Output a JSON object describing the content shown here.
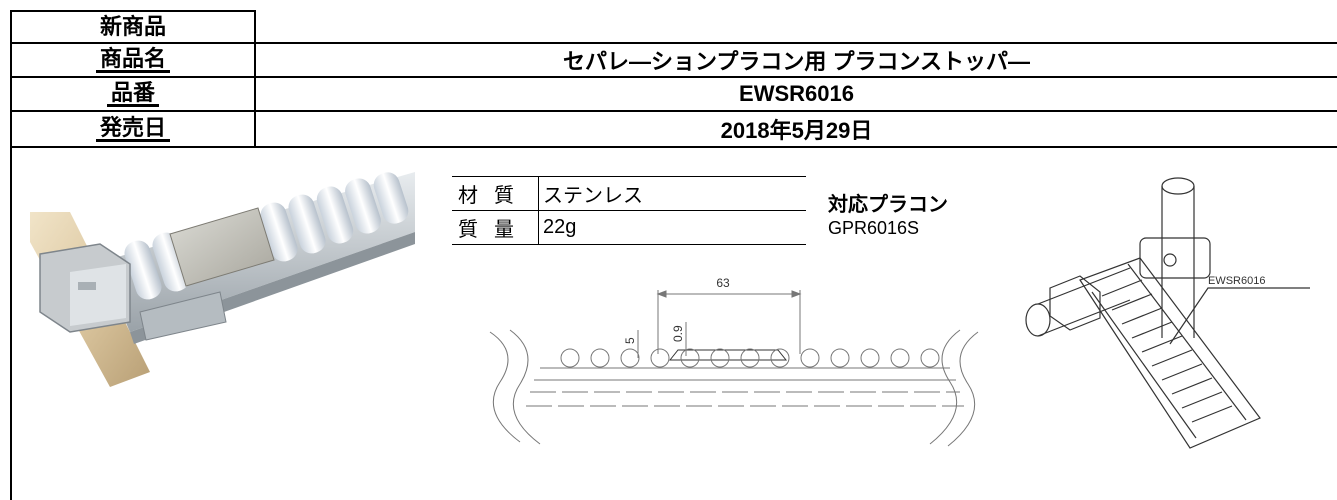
{
  "header": {
    "new_product_label": "新商品",
    "rows": [
      {
        "label": "商品名",
        "value": "セパレ―ションプラコン用 プラコンストッパ―"
      },
      {
        "label": "品番",
        "value": "EWSR6016"
      },
      {
        "label": "発売日",
        "value": "2018年5月29日"
      }
    ]
  },
  "specs": [
    {
      "key": "材質",
      "value": "ステンレス"
    },
    {
      "key": "質量",
      "value": "22g"
    }
  ],
  "compatible": {
    "title": "対応プラコン",
    "code": "GPR6016S"
  },
  "drawing": {
    "dim_width": "63",
    "dim_height": "5",
    "dim_thickness": "0.9",
    "callout": "EWSR6016"
  }
}
